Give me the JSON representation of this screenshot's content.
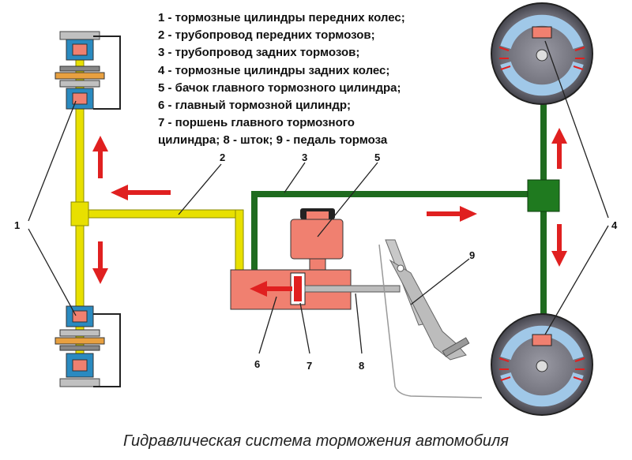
{
  "legend": [
    "1 - тормозные цилиндры передних колес;",
    "2 - трубопровод передних тормозов;",
    "3 - трубопровод задних тормозов;",
    "4 - тормозные цилиндры задних колес;",
    "5 - бачок главного тормозного цилиндра;",
    "6 - главный тормозной цилиндр;",
    "7 - поршень главного тормозного",
    "цилиндра; 8 - шток; 9 - педаль тормоза"
  ],
  "callouts": {
    "c1": "1",
    "c2": "2",
    "c3": "3",
    "c4": "4",
    "c5": "5",
    "c6": "6",
    "c7": "7",
    "c8": "8",
    "c9": "9"
  },
  "caption": "Гидравлическая система торможения автомобиля",
  "colors": {
    "front_line": "#e8e000",
    "rear_line": "#1f6b1f",
    "fluid": "#f08070",
    "arrow": "#e02020",
    "drum": "#6a6a72"
  }
}
